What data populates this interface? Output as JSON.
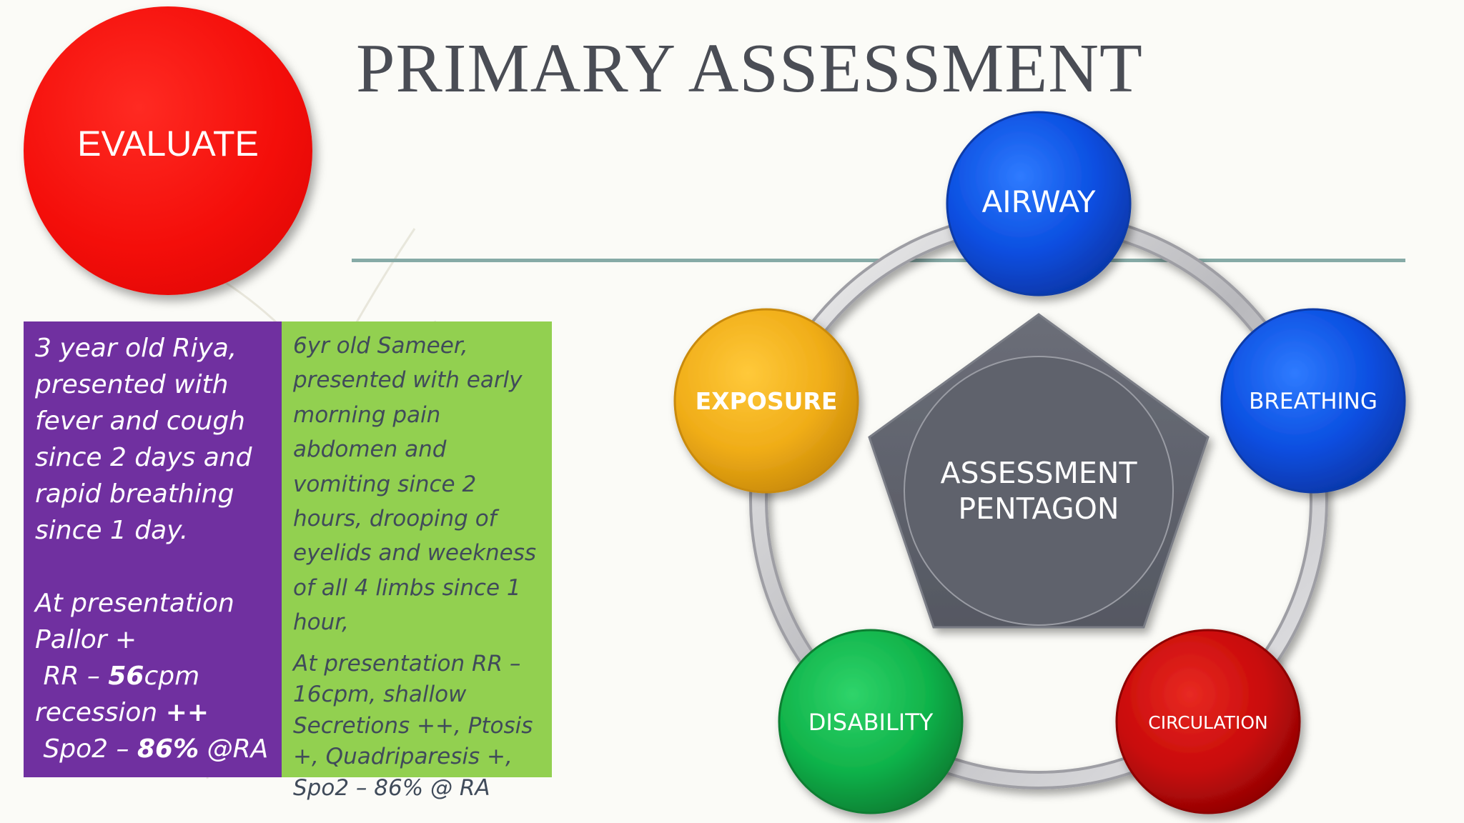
{
  "slide": {
    "title": "PRIMARY ASSESSMENT",
    "evaluate_label": "EVALUATE"
  },
  "case_1": {
    "history": "3 year old Riya, presented with fever and cough since 2 days and rapid breathing since 1 day.",
    "at_presentation": "At presentation",
    "pallor": "Pallor +",
    "rr_label": "RR – ",
    "rr_value": "56",
    "rr_unit": "cpm",
    "recession_label": "recession ",
    "recession_value": "++",
    "spo2_label": "Spo2 – ",
    "spo2_value": "86%",
    "spo2_unit": " @RA"
  },
  "case_2": {
    "history": "6yr old Sameer, presented with early morning pain abdomen and vomiting since 2 hours, drooping of eyelids and weekness of all 4 limbs since 1 hour,",
    "vitals": "At presentation RR – 16cpm, shallow Secretions ++, Ptosis +, Quadriparesis +, Spo2 – 86% @ RA"
  },
  "pentagon": {
    "center_line_1": "ASSESSMENT",
    "center_line_2": "PENTAGON",
    "nodes": [
      {
        "label": "AIRWAY",
        "color": "#0a4ee0"
      },
      {
        "label": "BREATHING",
        "color": "#0a4ee0"
      },
      {
        "label": "CIRCULATION",
        "color": "#c80a0a"
      },
      {
        "label": "DISABILITY",
        "color": "#10b34a"
      },
      {
        "label": "EXPOSURE",
        "color": "#f0ad18"
      }
    ]
  },
  "colors": {
    "case_1_bg": "#7030a0",
    "case_2_bg": "#92d050",
    "evaluate": "#f40e0a",
    "divider": "#86aaa6",
    "pentagon_center": "#5f626c"
  }
}
